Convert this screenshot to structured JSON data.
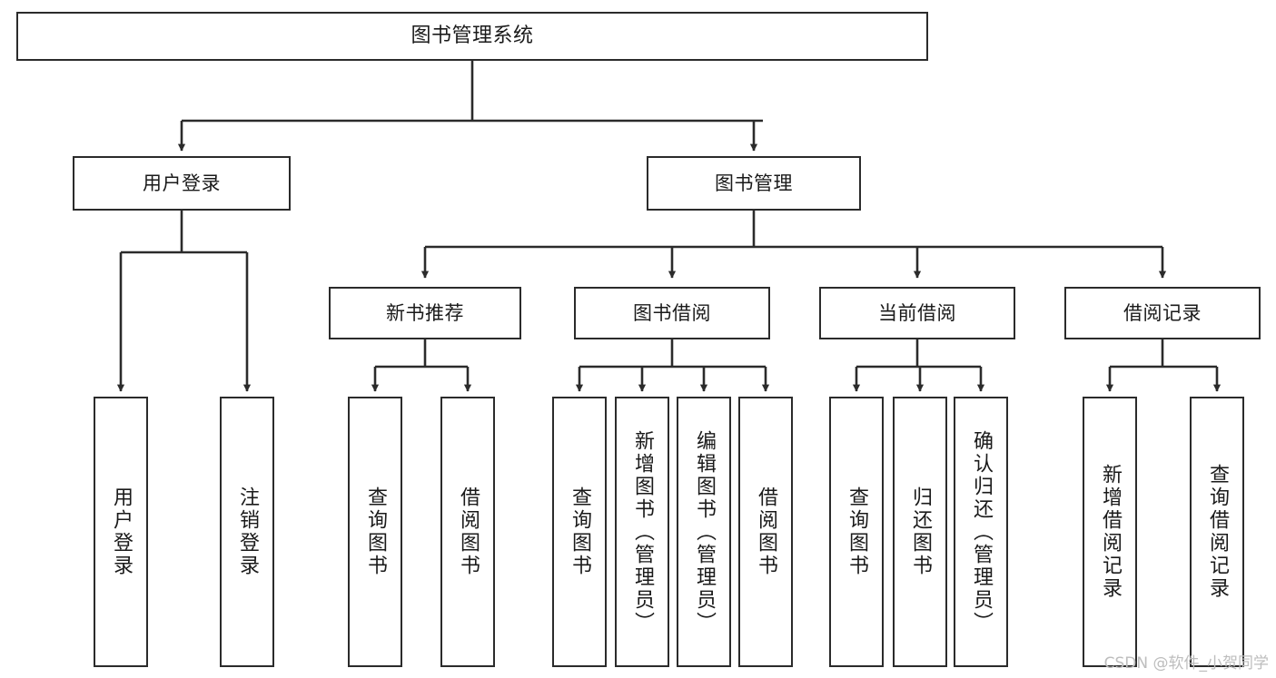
{
  "diagram": {
    "type": "tree-hierarchy",
    "title": "图书管理系统",
    "watermark": "CSDN @软件_小贺同学",
    "colors": {
      "stroke": "#2b2b2b",
      "fill": "#ffffff",
      "text": "#1a1a1a",
      "watermark": "#bdbdbd"
    },
    "nodes": {
      "root": {
        "label": "图书管理系统"
      },
      "level2": [
        {
          "id": "user-login",
          "label": "用户登录"
        },
        {
          "id": "book-manage",
          "label": "图书管理"
        }
      ],
      "level3": [
        {
          "id": "new-book-recommend",
          "label": "新书推荐"
        },
        {
          "id": "book-borrow",
          "label": "图书借阅"
        },
        {
          "id": "current-borrow",
          "label": "当前借阅"
        },
        {
          "id": "borrow-record",
          "label": "借阅记录"
        }
      ],
      "leaves": {
        "user_login": [
          {
            "id": "leaf-user-login",
            "label": "用户登录"
          },
          {
            "id": "leaf-logout",
            "label": "注销登录"
          }
        ],
        "new_book_recommend": [
          {
            "id": "leaf-query-book-1",
            "label": "查询图书"
          },
          {
            "id": "leaf-borrow-book-1",
            "label": "借阅图书"
          }
        ],
        "book_borrow": [
          {
            "id": "leaf-query-book-2",
            "label": "查询图书"
          },
          {
            "id": "leaf-add-book",
            "label": "新增图书（管理员）"
          },
          {
            "id": "leaf-edit-book",
            "label": "编辑图书（管理员）"
          },
          {
            "id": "leaf-borrow-book-2",
            "label": "借阅图书"
          }
        ],
        "current_borrow": [
          {
            "id": "leaf-query-book-3",
            "label": "查询图书"
          },
          {
            "id": "leaf-return-book",
            "label": "归还图书"
          },
          {
            "id": "leaf-confirm-return",
            "label": "确认归还（管理员）"
          }
        ],
        "borrow_record": [
          {
            "id": "leaf-add-record",
            "label": "新增借阅记录"
          },
          {
            "id": "leaf-query-record",
            "label": "查询借阅记录"
          }
        ]
      }
    }
  }
}
